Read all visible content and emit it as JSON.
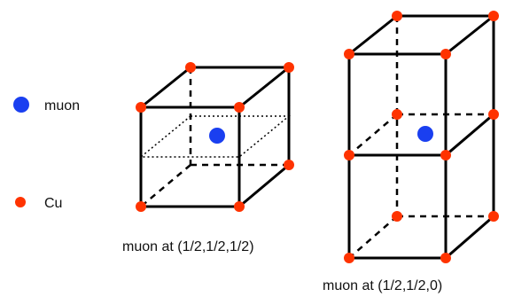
{
  "legend": {
    "items": [
      {
        "name": "muon",
        "label": "muon",
        "color": "#1a3ff0"
      },
      {
        "name": "cu",
        "label": "Cu",
        "color": "#ff3300"
      }
    ]
  },
  "panels": [
    {
      "id": "single-cell",
      "caption": "muon at (1/2,1/2,1/2)"
    },
    {
      "id": "double-cell",
      "caption": "muon at (1/2,1/2,0)"
    }
  ],
  "colors": {
    "cu": "#ff3300",
    "muon": "#1a3ff0",
    "edge": "#000000"
  }
}
